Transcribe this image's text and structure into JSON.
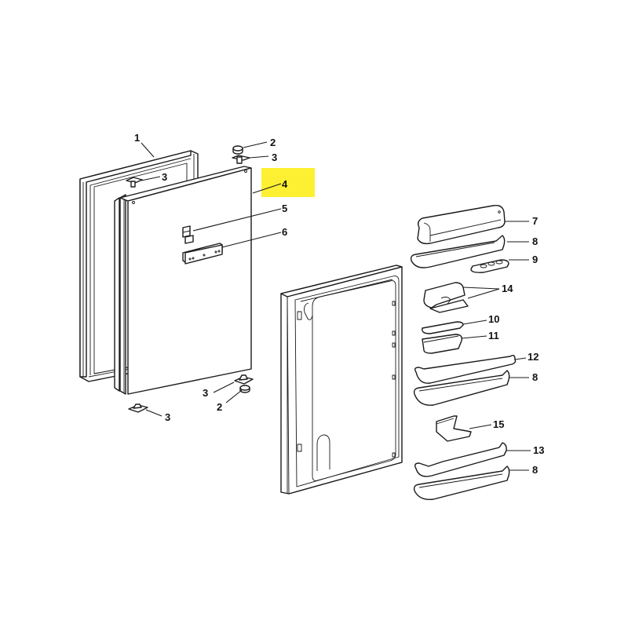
{
  "diagram": {
    "type": "exploded-parts-diagram",
    "subject": "refrigerator door assembly",
    "highlight": {
      "part": "4",
      "color": "#fdf032"
    },
    "callouts": [
      {
        "id": "c1",
        "label": "1",
        "part": "door gasket frame"
      },
      {
        "id": "c2a",
        "label": "2",
        "part": "hinge bush (top)"
      },
      {
        "id": "c3a",
        "label": "3",
        "part": "hinge pin bracket (top)"
      },
      {
        "id": "c3b",
        "label": "3",
        "part": "hinge pin (gasket top)"
      },
      {
        "id": "c4",
        "label": "4",
        "part": "outer door panel"
      },
      {
        "id": "c5",
        "label": "5",
        "part": "small clip"
      },
      {
        "id": "c6",
        "label": "6",
        "part": "mounting bracket"
      },
      {
        "id": "c3c",
        "label": "3",
        "part": "hinge pin bracket (bottom right)"
      },
      {
        "id": "c2b",
        "label": "2",
        "part": "hinge bush (bottom)"
      },
      {
        "id": "c3d",
        "label": "3",
        "part": "hinge pin bracket (bottom left)"
      },
      {
        "id": "c7",
        "label": "7",
        "part": "dairy compartment cover"
      },
      {
        "id": "c8a",
        "label": "8",
        "part": "door shelf (top)"
      },
      {
        "id": "c9",
        "label": "9",
        "part": "egg tray"
      },
      {
        "id": "c14",
        "label": "14",
        "part": "bottle holder"
      },
      {
        "id": "c10",
        "label": "10",
        "part": "small box lid"
      },
      {
        "id": "c11",
        "label": "11",
        "part": "small box"
      },
      {
        "id": "c12",
        "label": "12",
        "part": "shelf rail (middle)"
      },
      {
        "id": "c8b",
        "label": "8",
        "part": "door shelf (middle)"
      },
      {
        "id": "c15",
        "label": "15",
        "part": "bottle stop"
      },
      {
        "id": "c13",
        "label": "13",
        "part": "shelf rail (bottom)"
      },
      {
        "id": "c8c",
        "label": "8",
        "part": "door shelf (bottom)"
      }
    ]
  }
}
